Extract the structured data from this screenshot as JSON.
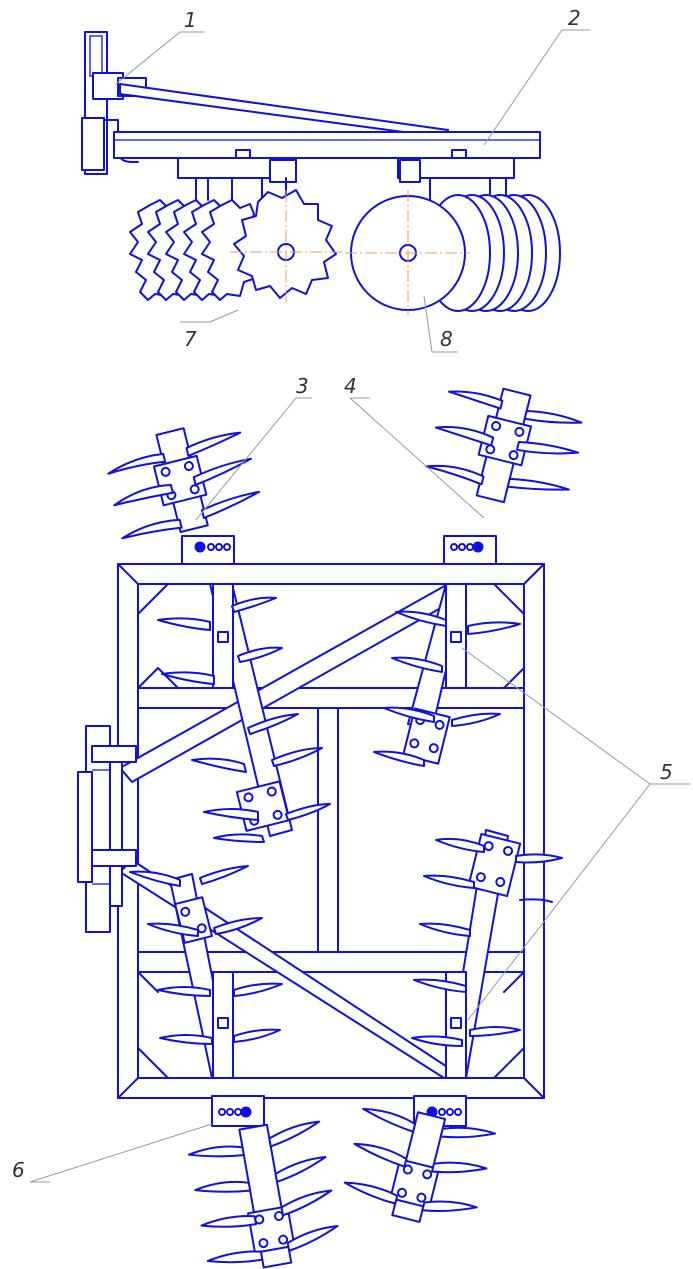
{
  "callouts": {
    "c1": "1",
    "c2": "2",
    "c3": "3",
    "c4": "4",
    "c5": "5",
    "c6": "6",
    "c7": "7",
    "c8": "8"
  },
  "colors": {
    "line": "#1010e0",
    "leader": "#9a9a9a",
    "axis": "#e0a060"
  }
}
